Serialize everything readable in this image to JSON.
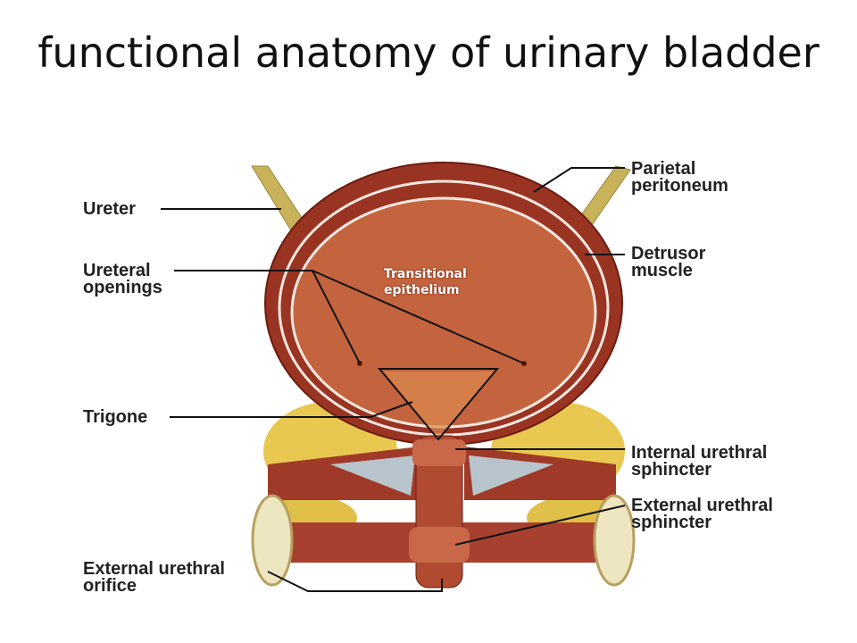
{
  "title": "functional anatomy of urinary bladder",
  "labels": {
    "ureter": "Ureter",
    "ureteral_openings_1": "Ureteral",
    "ureteral_openings_2": "openings",
    "trigone": "Trigone",
    "external_orifice_1": "External urethral",
    "external_orifice_2": "orifice",
    "parietal_1": "Parietal",
    "parietal_2": "peritoneum",
    "detrusor_1": "Detrusor",
    "detrusor_2": "muscle",
    "internal_sphincter_1": "Internal urethral",
    "internal_sphincter_2": "sphincter",
    "external_sphincter_1": "External urethral",
    "external_sphincter_2": "sphincter",
    "transitional_1": "Transitional",
    "transitional_2": "epithelium"
  },
  "colors": {
    "muscle": "#a8402a",
    "cavity": "#c4643e",
    "fat": "#e8c850",
    "ureter": "#c8b25a"
  }
}
